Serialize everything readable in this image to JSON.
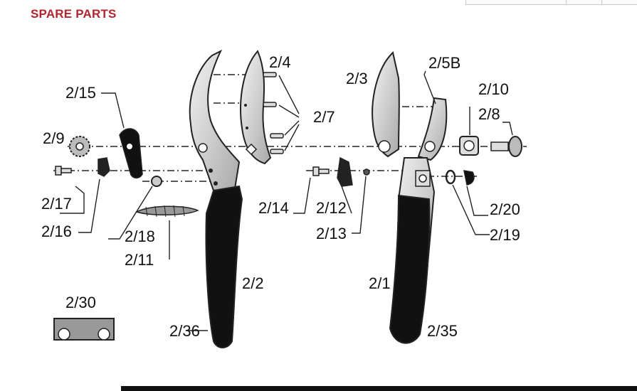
{
  "title": "SPARE PARTS",
  "labels": {
    "p2_1": "2/1",
    "p2_2": "2/2",
    "p2_3": "2/3",
    "p2_4": "2/4",
    "p2_5b": "2/5B",
    "p2_7": "2/7",
    "p2_8": "2/8",
    "p2_9": "2/9",
    "p2_10": "2/10",
    "p2_11": "2/11",
    "p2_12": "2/12",
    "p2_13": "2/13",
    "p2_14": "2/14",
    "p2_15": "2/15",
    "p2_16": "2/16",
    "p2_17": "2/17",
    "p2_18": "2/18",
    "p2_19": "2/19",
    "p2_20": "2/20",
    "p2_30": "2/30",
    "p2_35": "2/35",
    "p2_36": "2/36"
  },
  "colors": {
    "title": "#b0252f",
    "handle": "#111111",
    "metal": "#d6d6d6",
    "line": "#222222"
  }
}
